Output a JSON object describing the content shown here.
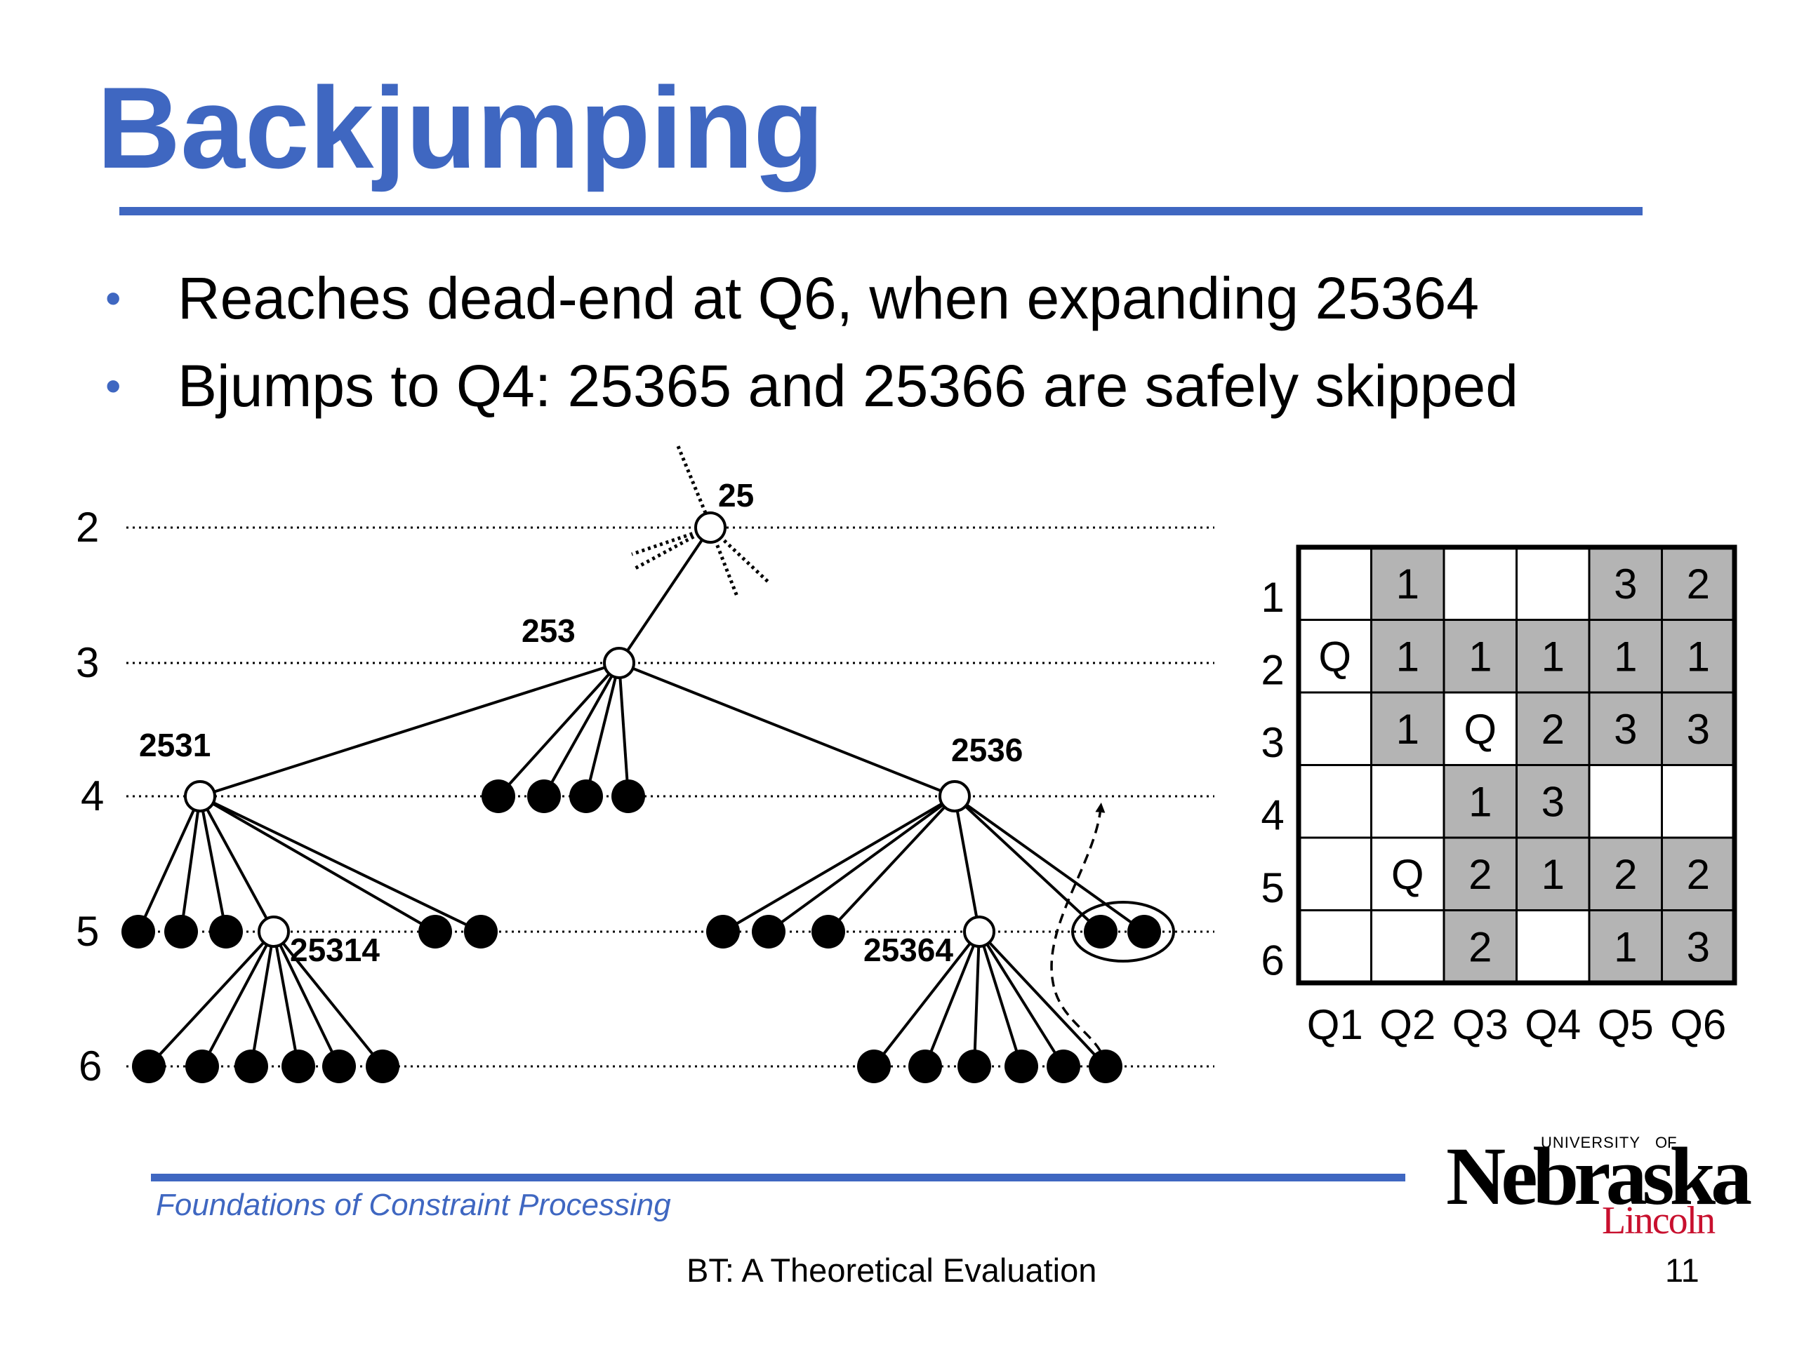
{
  "slide": {
    "title": "Backjumping",
    "bullets": [
      "Reaches dead-end at Q6, when expanding 25364",
      "Bjumps to Q4: 25365 and 25366 are safely skipped"
    ]
  },
  "tree": {
    "levels": [
      "2",
      "3",
      "4",
      "5",
      "6"
    ],
    "labels": {
      "n25": "25",
      "n253": "253",
      "n2531": "2531",
      "n2536": "2536",
      "n25314": "25314",
      "n25364": "25364"
    }
  },
  "board": {
    "row_labels": [
      "1",
      "2",
      "3",
      "4",
      "5",
      "6"
    ],
    "col_labels": [
      "Q1",
      "Q2",
      "Q3",
      "Q4",
      "Q5",
      "Q6"
    ],
    "cells": [
      [
        {
          "t": "",
          "s": false
        },
        {
          "t": "1",
          "s": true
        },
        {
          "t": "",
          "s": false
        },
        {
          "t": "",
          "s": false
        },
        {
          "t": "3",
          "s": true
        },
        {
          "t": "2",
          "s": true
        }
      ],
      [
        {
          "t": "Q",
          "s": false
        },
        {
          "t": "1",
          "s": true
        },
        {
          "t": "1",
          "s": true
        },
        {
          "t": "1",
          "s": true
        },
        {
          "t": "1",
          "s": true
        },
        {
          "t": "1",
          "s": true
        }
      ],
      [
        {
          "t": "",
          "s": false
        },
        {
          "t": "1",
          "s": true
        },
        {
          "t": "Q",
          "s": false
        },
        {
          "t": "2",
          "s": true
        },
        {
          "t": "3",
          "s": true
        },
        {
          "t": "3",
          "s": true
        }
      ],
      [
        {
          "t": "",
          "s": false
        },
        {
          "t": "",
          "s": false
        },
        {
          "t": "1",
          "s": true
        },
        {
          "t": "3",
          "s": true
        },
        {
          "t": "",
          "s": false
        },
        {
          "t": "",
          "s": false
        }
      ],
      [
        {
          "t": "",
          "s": false
        },
        {
          "t": "Q",
          "s": false
        },
        {
          "t": "2",
          "s": true
        },
        {
          "t": "1",
          "s": true
        },
        {
          "t": "2",
          "s": true
        },
        {
          "t": "2",
          "s": true
        }
      ],
      [
        {
          "t": "",
          "s": false
        },
        {
          "t": "",
          "s": false
        },
        {
          "t": "2",
          "s": true
        },
        {
          "t": "",
          "s": false
        },
        {
          "t": "1",
          "s": true
        },
        {
          "t": "3",
          "s": true
        }
      ]
    ],
    "shade_color": "#b4b4b4"
  },
  "footer": {
    "course": "Foundations of Constraint Processing",
    "subtitle": "BT: A Theoretical Evaluation",
    "page": "11"
  },
  "logo": {
    "university": "UNIVERSITY",
    "of": "OF",
    "nebraska": "Nebraska",
    "lincoln": "Lincoln"
  },
  "colors": {
    "accent": "#3f67c1",
    "logo_red": "#c8102e"
  }
}
